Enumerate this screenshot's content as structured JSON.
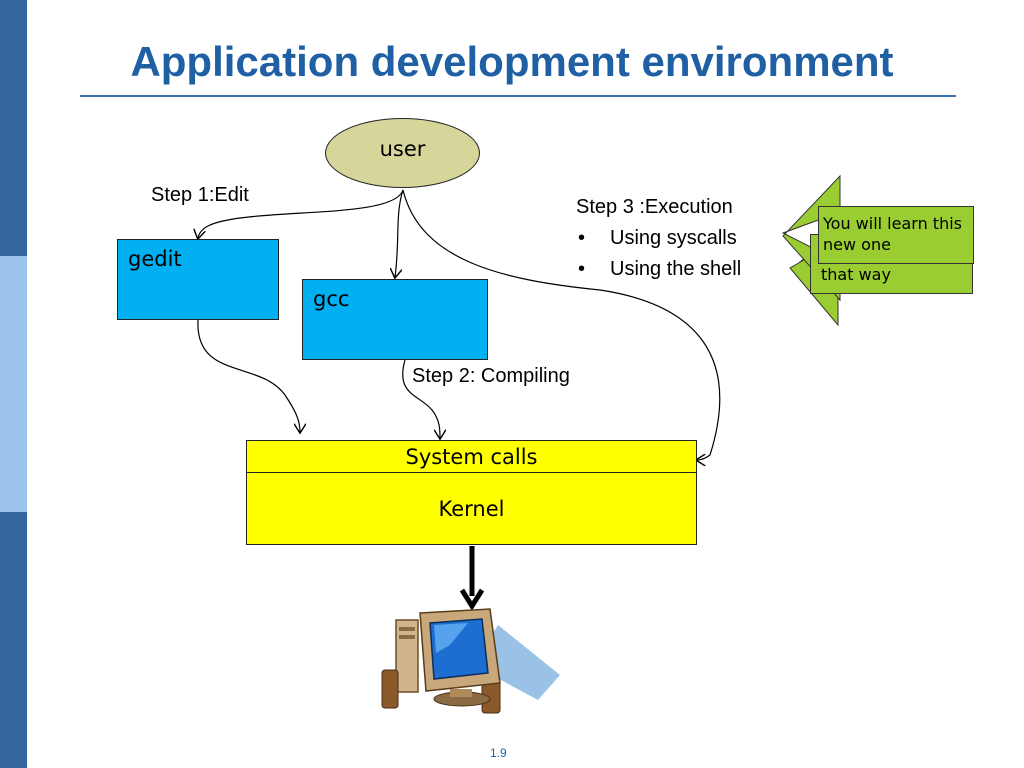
{
  "slide": {
    "title": "Application development environment",
    "page_number": "1.9"
  },
  "diagram": {
    "user_label": "user",
    "gedit_label": "gedit",
    "gcc_label": "gcc",
    "syscalls_label": "System calls",
    "kernel_label": "Kernel",
    "step1_label": "Step 1:Edit",
    "step2_label": "Step 2: Compiling",
    "step3": {
      "heading": "Step 3 :Execution",
      "items": [
        "Using syscalls",
        "Using the shell"
      ]
    },
    "callout": {
      "front_text": "You will learn this new one",
      "back_text": "that way"
    },
    "colors": {
      "title": "#1f5fa3",
      "user_fill": "#d6d69a",
      "program_fill": "#00b0f0",
      "kernel_fill": "#ffff00",
      "callout_fill": "#9acd32"
    }
  }
}
